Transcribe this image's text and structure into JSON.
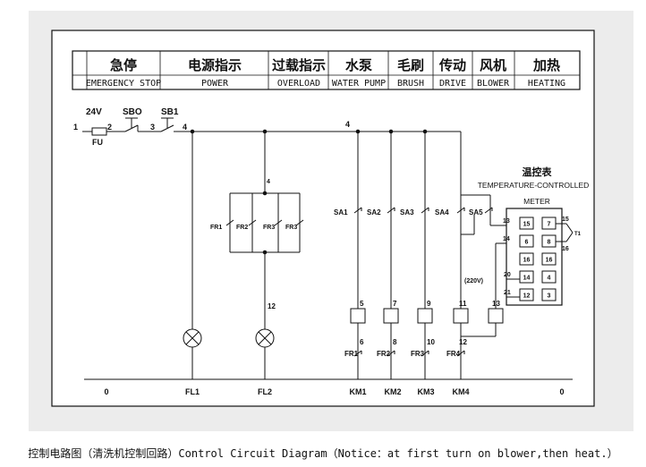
{
  "header": [
    {
      "cn": "急停",
      "en": "EMERGENCY STOP"
    },
    {
      "cn": "电源指示",
      "en": "POWER"
    },
    {
      "cn": "过载指示",
      "en": "OVERLOAD"
    },
    {
      "cn": "水泵",
      "en": "WATER PUMP"
    },
    {
      "cn": "毛刷",
      "en": "BRUSH"
    },
    {
      "cn": "传动",
      "en": "DRIVE"
    },
    {
      "cn": "风机",
      "en": "BLOWER"
    },
    {
      "cn": "加热",
      "en": "HEATING"
    }
  ],
  "supply": {
    "voltage": "24V",
    "fuse": "FU",
    "stop_button": "SBO",
    "start_button": "SB1",
    "node1": "1",
    "node2": "2",
    "node3": "3",
    "node4": "4",
    "bus_label": "4"
  },
  "overload": {
    "node": "4",
    "relays": [
      "FR1",
      "FR2",
      "FR3",
      "FR3"
    ],
    "node12": "12"
  },
  "switches": [
    "SA1",
    "SA2",
    "SA3",
    "SA4",
    "SA5"
  ],
  "coil_nodes": [
    "5",
    "7",
    "9",
    "11",
    "13"
  ],
  "contact_nodes": [
    "6",
    "8",
    "10",
    "12"
  ],
  "fr_contacts": [
    "FR1",
    "FR2",
    "FR3",
    "FR4"
  ],
  "meter": {
    "title_cn": "温控表",
    "title_en": "TEMPERATURE-CONTROLLED",
    "title_en2": "METER",
    "left_terminals": [
      "15",
      "6",
      "16",
      "14",
      "12"
    ],
    "right_terminals": [
      "7",
      "8",
      "16",
      "4",
      "3"
    ],
    "pins": {
      "p13": "13",
      "p14": "14",
      "p20": "20",
      "p21": "21",
      "p15": "15",
      "p16": "16",
      "t1": "T1"
    },
    "voltage": "(220V)"
  },
  "bottom_labels": [
    "0",
    "FL1",
    "FL2",
    "KM1",
    "KM2",
    "KM3",
    "KM4",
    "0"
  ],
  "caption": "控制电路图（清洗机控制回路）Control Circuit Diagram（Notice：at first turn on blower,then heat.）"
}
